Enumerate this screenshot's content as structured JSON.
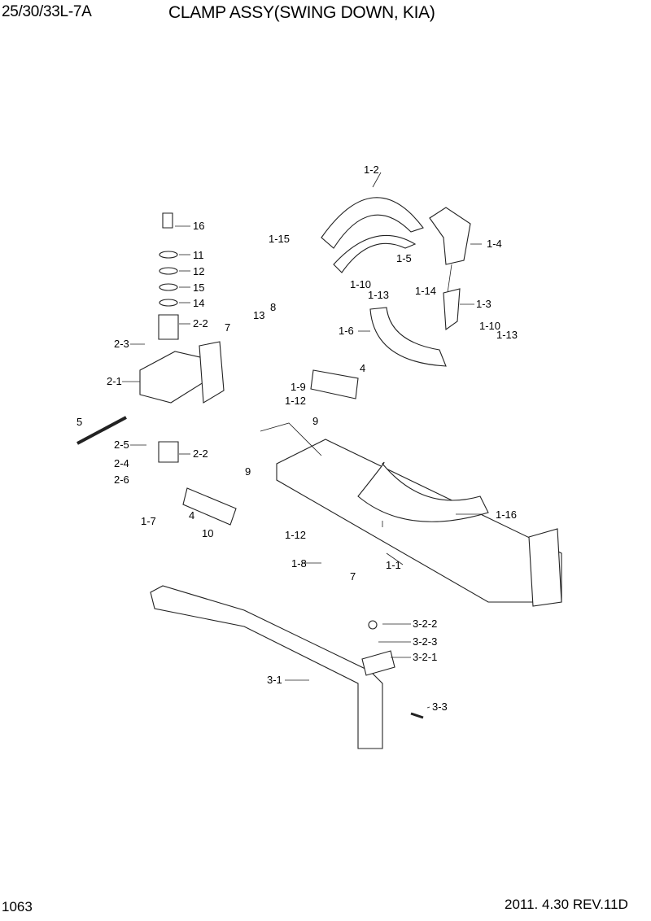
{
  "header": {
    "model": "25/30/33L-7A",
    "title": "CLAMP ASSY(SWING DOWN, KIA)"
  },
  "footer": {
    "page": "1063",
    "revision": "2011. 4.30  REV.11D"
  },
  "labels": [
    "1-2",
    "1-15",
    "1-5",
    "1-4",
    "1-10",
    "1-13",
    "1-14",
    "1-3",
    "1-10",
    "1-13",
    "16",
    "11",
    "12",
    "15",
    "14",
    "2-2",
    "2-3",
    "7",
    "13",
    "8",
    "1-6",
    "4",
    "1-9",
    "1-12",
    "2-1",
    "9",
    "5",
    "2-5",
    "2-2",
    "9",
    "2-4",
    "2-6",
    "1-7",
    "4",
    "1-16",
    "10",
    "1-12",
    "1-8",
    "7",
    "1-1",
    "3-2-2",
    "3-2-3",
    "3-2-1",
    "3-1",
    "3-3"
  ]
}
